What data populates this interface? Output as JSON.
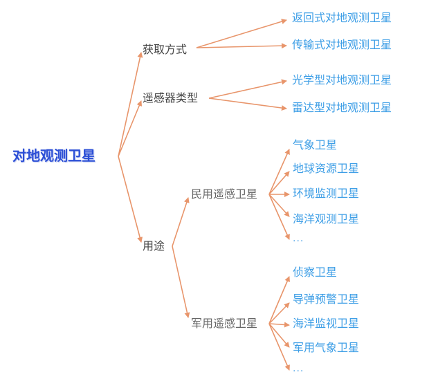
{
  "diagram": {
    "type": "mind-map",
    "edge_color": "#e8956b",
    "colors": {
      "root": "#2c4fd6",
      "category": "#444444",
      "subcategory": "#666666",
      "leaf": "#3d9ee6"
    },
    "root": {
      "label": "对地观测卫星"
    },
    "categories": [
      {
        "label": "获取方式",
        "children": [
          {
            "label": "返回式对地观测卫星"
          },
          {
            "label": "传输式对地观测卫星"
          }
        ]
      },
      {
        "label": "遥感器类型",
        "children": [
          {
            "label": "光学型对地观测卫星"
          },
          {
            "label": "雷达型对地观测卫星"
          }
        ]
      },
      {
        "label": "用途",
        "children": [
          {
            "label": "民用遥感卫星",
            "children": [
              {
                "label": "气象卫星"
              },
              {
                "label": "地球资源卫星"
              },
              {
                "label": "环境监测卫星"
              },
              {
                "label": "海洋观测卫星"
              },
              {
                "label": "..."
              }
            ]
          },
          {
            "label": "军用遥感卫星",
            "children": [
              {
                "label": "侦察卫星"
              },
              {
                "label": "导弹预警卫星"
              },
              {
                "label": "海洋监视卫星"
              },
              {
                "label": "军用气象卫星"
              },
              {
                "label": "..."
              }
            ]
          }
        ]
      }
    ]
  }
}
